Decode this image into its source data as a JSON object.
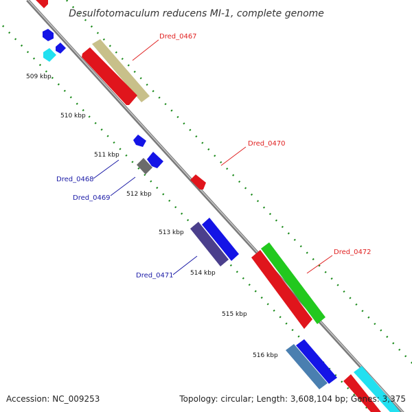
{
  "title": "Desulfotomaculum reducens MI-1, complete genome",
  "accession": "Accession: NC_009253",
  "topology": "Topology: circular; Length: 3,608,104 bp; Genes: 3,375",
  "ticks": [
    "509 kbp",
    "510 kbp",
    "511 kbp",
    "512 kbp",
    "513 kbp",
    "514 kbp",
    "515 kbp",
    "516 kbp"
  ],
  "gene_labels": {
    "dred_0467": "Dred_0467",
    "dred_0468": "Dred_0468",
    "dred_0469": "Dred_0469",
    "dred_0470": "Dred_0470",
    "dred_0471": "Dred_0471",
    "dred_0472": "Dred_0472"
  },
  "colors": {
    "backbone": "#8a8a8a",
    "forward_strand": "#e0151c",
    "reverse_strand": "#1414e6",
    "label_forward": "#e02020",
    "label_reverse": "#1a1aa6",
    "gc_dots": "#1a8a1a"
  }
}
